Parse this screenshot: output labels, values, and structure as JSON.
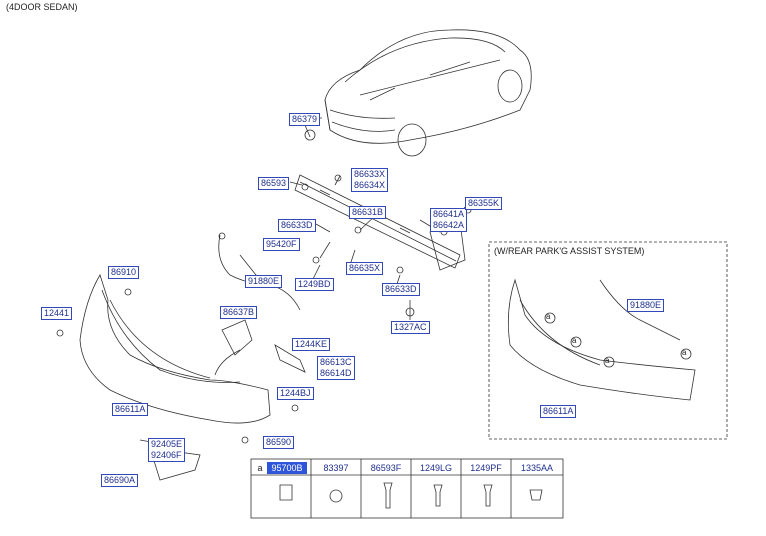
{
  "title": "(4DOOR SEDAN)",
  "inset_title": "(W/REAR PARK'G ASSIST SYSTEM)",
  "labels": {
    "p86379": "86379",
    "p86593": "86593",
    "p86633X": "86633X",
    "p86634X": "86634X",
    "p86633D_a": "86633D",
    "p86631B": "86631B",
    "p86641A": "86641A",
    "p86642A": "86642A",
    "p86355K": "86355K",
    "p95420F": "95420F",
    "p86635X": "86635X",
    "p91880E_a": "91880E",
    "p1249BD": "1249BD",
    "p86633D_b": "86633D",
    "p86910": "86910",
    "p12441": "12441",
    "p86637B": "86637B",
    "p1327AC": "1327AC",
    "p1244KE": "1244KE",
    "p86613C": "86613C",
    "p86614D": "86614D",
    "p1244BJ": "1244BJ",
    "p86611A_a": "86611A",
    "p92405E": "92405E",
    "p92406F": "92406F",
    "p86590": "86590",
    "p86690A": "86690A",
    "p91880E_b": "91880E",
    "p86611A_b": "86611A"
  },
  "table": {
    "circle_mark": "a",
    "headers": [
      "95700B",
      "83397",
      "86593F",
      "1249LG",
      "1249PF",
      "1335AA"
    ]
  },
  "callout_marker": "a"
}
